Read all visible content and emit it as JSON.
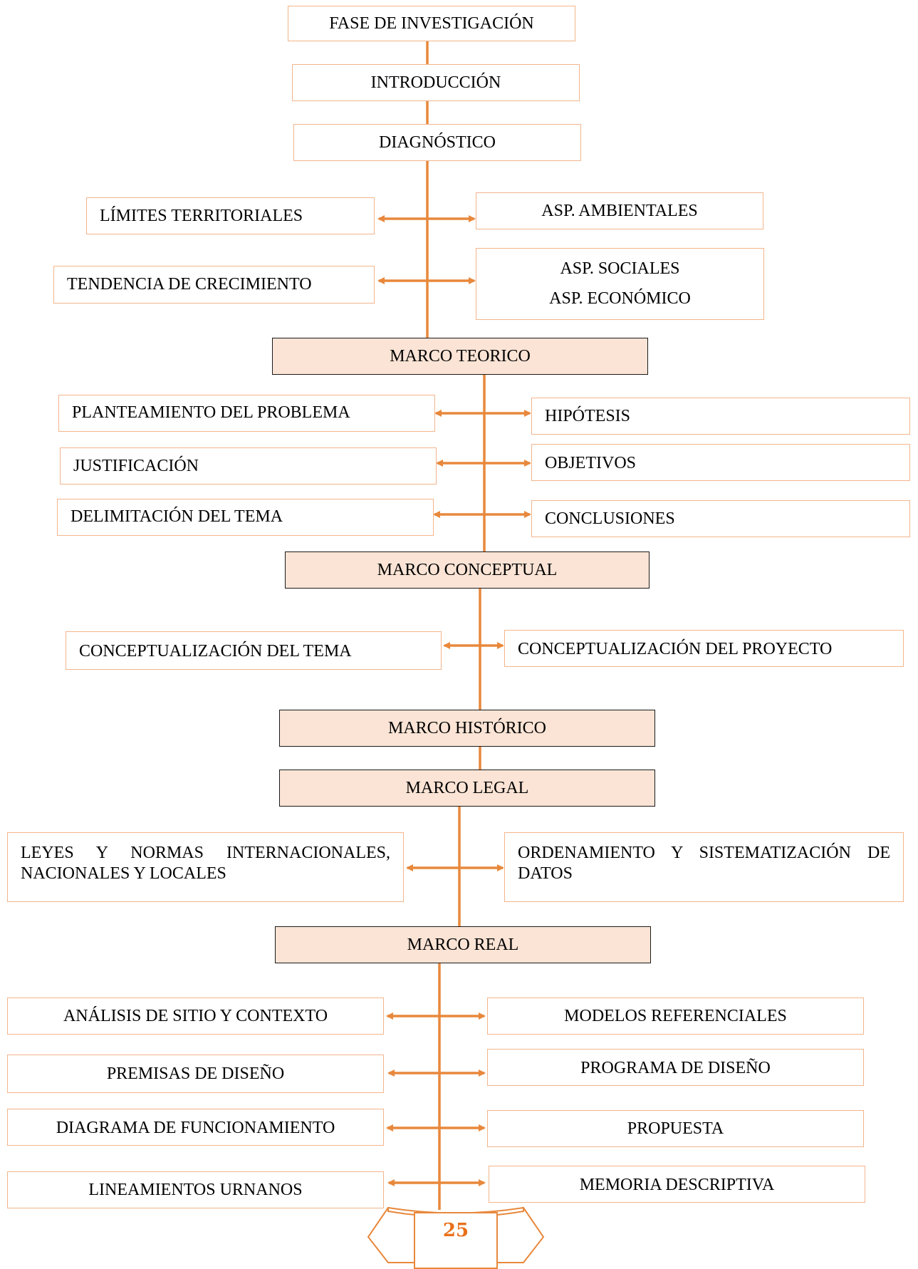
{
  "colors": {
    "line": "#e8883c",
    "box_border": "#f3b58c",
    "marco_fill": "#fbe4d5",
    "marco_border": "#1a1a1a",
    "page_number": "#e8701a"
  },
  "fase": {
    "title": "FASE DE INVESTIGACIÓN",
    "introduccion": "INTRODUCCIÓN",
    "diagnostico": "DIAGNÓSTICO",
    "limites": "LÍMITES TERRITORIALES",
    "asp_ambientales": "ASP. AMBIENTALES",
    "tendencia": "TENDENCIA DE CRECIMIENTO",
    "asp_sociales": "ASP. SOCIALES",
    "asp_economico": "ASP. ECONÓMICO"
  },
  "marco_teorico": {
    "title": "MARCO TEORICO",
    "planteamiento": "PLANTEAMIENTO DEL PROBLEMA",
    "hipotesis": "HIPÓTESIS",
    "justificacion": "JUSTIFICACIÓN",
    "objetivos": "OBJETIVOS",
    "delimitacion": "DELIMITACIÓN DEL TEMA",
    "conclusiones": "CONCLUSIONES"
  },
  "marco_conceptual": {
    "title": "MARCO CONCEPTUAL",
    "tema": "CONCEPTUALIZACIÓN DEL TEMA",
    "proyecto": "CONCEPTUALIZACIÓN DEL PROYECTO"
  },
  "marco_historico": {
    "title": "MARCO HISTÓRICO"
  },
  "marco_legal": {
    "title": "MARCO LEGAL",
    "leyes": "LEYES Y NORMAS INTERNACIONALES, NACIONALES Y LOCALES",
    "ordenamiento": "ORDENAMIENTO Y SISTEMATIZACIÓN DE DATOS"
  },
  "marco_real": {
    "title": "MARCO REAL",
    "analisis": "ANÁLISIS DE SITIO Y CONTEXTO",
    "modelos": "MODELOS REFERENCIALES",
    "premisas": "PREMISAS DE DISEÑO",
    "programa": "PROGRAMA DE DISEÑO",
    "diagrama": "DIAGRAMA DE FUNCIONAMIENTO",
    "propuesta": "PROPUESTA",
    "lineamientos": "LINEAMIENTOS URNANOS",
    "memoria": "MEMORIA DESCRIPTIVA"
  },
  "page_number": "25"
}
